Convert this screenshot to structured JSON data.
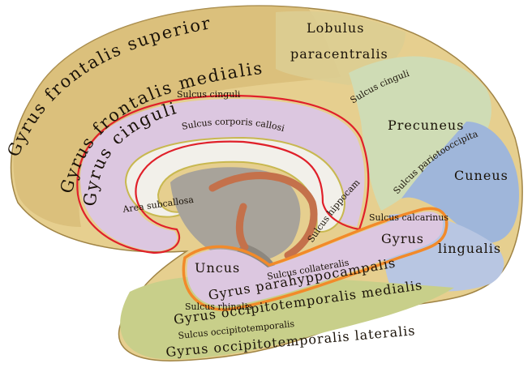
{
  "colors": {
    "background": "#ffffff",
    "frontal": "#e6cf8f",
    "frontal_shade": "#d2b56e",
    "paracentral": "#dccd92",
    "parietal": "#cfdcb5",
    "cuneus": "#9fb6da",
    "lingual": "#b8c6e2",
    "temporal": "#c8cf8a",
    "cingulate": "#dcc7e0",
    "callosum": "#f2f0ea",
    "thalamus": "#a8a39a",
    "fornix": "#c4714b",
    "cingulate_outline": "#e0202a",
    "parahippocampal_outline": "#f28a2a"
  },
  "labels": {
    "gyrus_frontalis_superior": "Gyrus frontalis superior",
    "gyrus_frontalis_medialis": "Gyrus frontalis medialis",
    "lobulus": "Lobulus",
    "paracentralis": "paracentralis",
    "sulcus_cinguli_top": "Sulcus cinguli",
    "sulcus_cinguli_right": "Sulcus cinguli",
    "gyrus_cinguli": "Gyrus cinguli",
    "sulcus_corporis_callosi": "Sulcus corporis callosi",
    "precuneus": "Precuneus",
    "sulcus_parietooccipitalis": "Sulcus parietooccipitalis",
    "cuneus": "Cuneus",
    "area_subcallosa": "Area subcallosa",
    "sulcus_hippocampi": "Sulcus hippocampi",
    "sulcus_calcarinus": "Sulcus calcarinus",
    "gyrus_right": "Gyrus",
    "lingualis": "lingualis",
    "uncus": "Uncus",
    "gyrus_parahyppocampalis": "Gyrus parahyppocampalis",
    "sulcus_collateralis": "Sulcus collateralis",
    "sulcus_rhinalis": "Sulcus rhinalis",
    "gyrus_occipitotemporalis_medialis": "Gyrus occipitotemporalis medialis",
    "sulcus_occipitotemporalis": "Sulcus occipitotemporalis",
    "gyrus_occipitotemporalis_lateralis": "Gyrus occipitotemporalis lateralis"
  }
}
